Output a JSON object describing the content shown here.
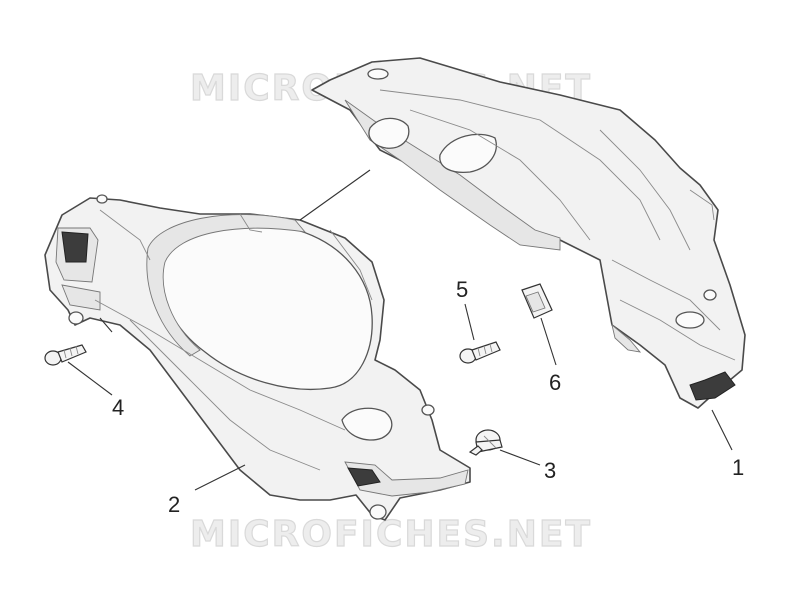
{
  "watermark": {
    "text": "MICROFICHES.NET"
  },
  "callouts": {
    "c1": "1",
    "c2": "2",
    "c3": "3",
    "c4": "4",
    "c5": "5",
    "c6": "6"
  }
}
